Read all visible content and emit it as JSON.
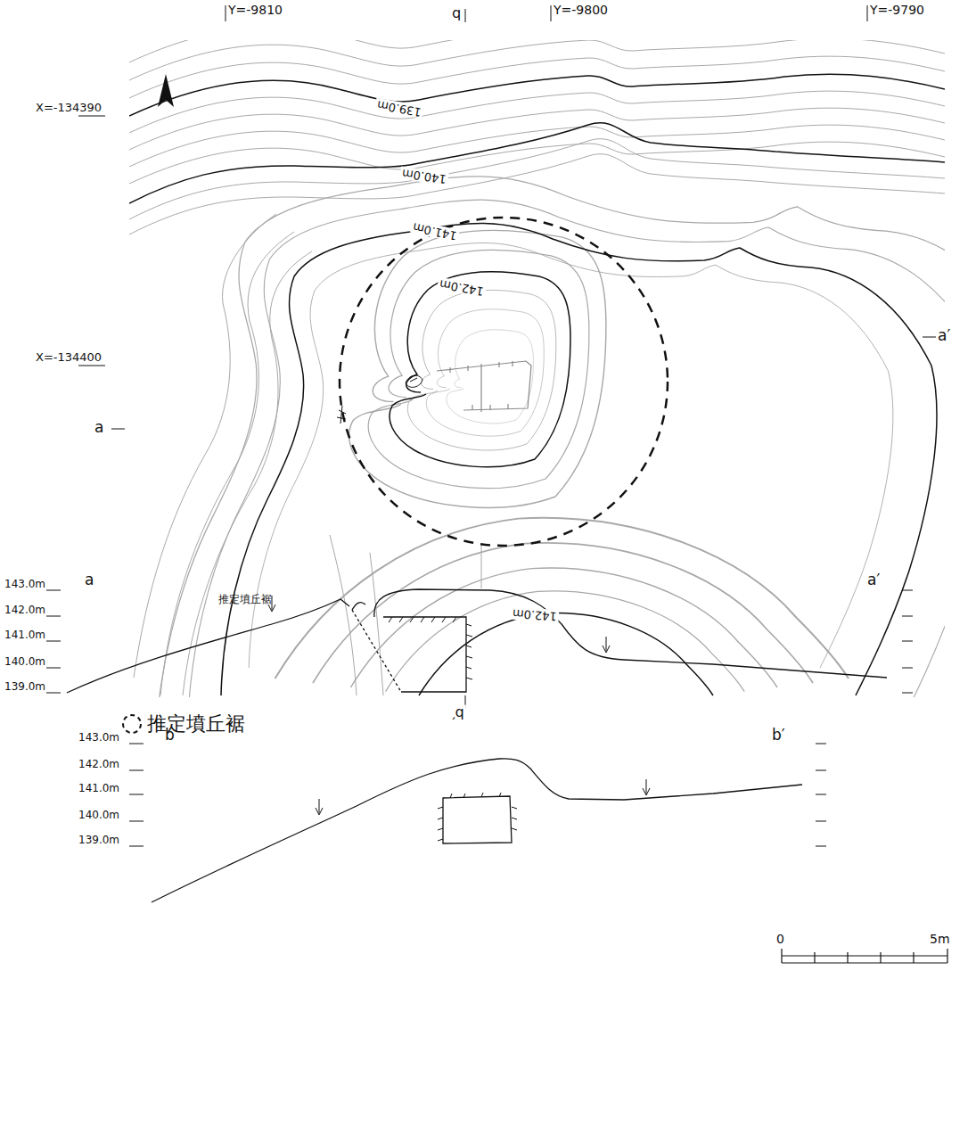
{
  "diagram": {
    "labels": [
      "Y=-9810",
      "b",
      "Y=-9800",
      "Y=-9790",
      "X=-134390",
      "139.0m",
      "140.0m",
      "141.0m",
      "142.0m",
      "a",
      "X=-134400",
      "a′",
      "142.0m",
      "b′",
      "a",
      "a′",
      "143.0m",
      "142.0m",
      "141.0m",
      "140.0m",
      "139.0m",
      "推定墳丘裾",
      "b",
      "b′",
      "143.0m",
      "142.0m",
      "141.0m",
      "140.0m",
      "139.0m",
      "0",
      "5m"
    ],
    "legend": [
      {
        "text": "推定墳丘裾"
      }
    ]
  }
}
